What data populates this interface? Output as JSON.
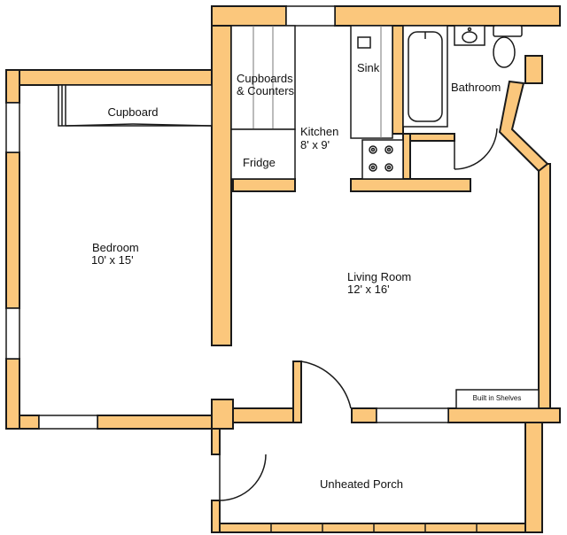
{
  "rooms": {
    "cupboard": "Cupboard",
    "cupboards_line1": "Cupboards",
    "cupboards_line2": "& Counters",
    "sink": "Sink",
    "bathroom": "Bathroom",
    "kitchen": "Kitchen",
    "kitchen_size": "8' x 9'",
    "fridge": "Fridge",
    "bedroom": "Bedroom",
    "bedroom_size": "10' x 15'",
    "living_room": "Living Room",
    "living_room_size": "12' x 16'",
    "built_in_shelves": "Built in Shelves",
    "porch": "Unheated Porch"
  },
  "colors": {
    "wall": "#fbc77c",
    "outline": "#1a1a1a",
    "background": "#ffffff"
  }
}
